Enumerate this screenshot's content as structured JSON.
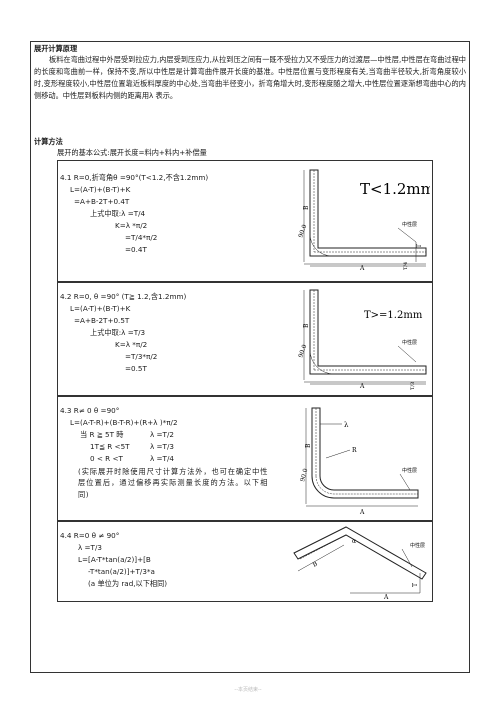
{
  "section_title": "展开计算原理",
  "principle_paragraph": "板料在弯曲过程中外层受到拉应力,内层受到压应力,从拉到压之间有一既不受拉力又不受压力的过渡层—中性层,中性层在弯曲过程中的长度和弯曲前一样，保持不变,所以中性层是计算弯曲件展开长度的基准。中性层位置与变形程度有关,当弯曲半径较大,折弯角度较小时,变形程度较小,中性层位置靠近板料厚度的中心处,当弯曲半径变小，折弯角增大时,变形程度随之增大,中性层位置逐渐想弯曲中心的内侧移动。中性层到板料内侧的距离用λ 表示。",
  "method_title": "计算方法",
  "basic_formula": "展开的基本公式:展开长度=料内+料内+补偿量",
  "cases": [
    {
      "title": "4.1  R=0,折弯角θ  =90°(T<1.2,不含1.2mm)",
      "lines": [
        "L=(A-T)+(B-T)+K",
        "=A+B-2T+0.4T",
        "上式中取:λ  =T/4",
        "K=λ  *π/2",
        "=T/4*π/2",
        "=0.4T"
      ],
      "figure": {
        "big_label": "T<1.2mm",
        "neutral": "中性层",
        "dim_a": "A",
        "dim_b": "B",
        "angle": "90.0",
        "thick": "T",
        "thick_half": "T/4"
      }
    },
    {
      "title": "4.2  R=0,  θ  =90°    (T≧ 1.2,含1.2mm)",
      "lines": [
        "L=(A-T)+(B-T)+K",
        "=A+B-2T+0.5T",
        "上式中取:λ  =T/3",
        "K=λ  *π/2",
        "=T/3*π/2",
        "=0.5T"
      ],
      "figure": {
        "big_label": "T>=1.2mm",
        "neutral": "中性层",
        "dim_a": "A",
        "dim_b": "B",
        "angle": "90.0",
        "thick_half": "T/3"
      }
    },
    {
      "title": "4.3  R≠ 0      θ  =90°",
      "lines": [
        "L=(A-T-R)+(B-T-R)+(R+λ  )*π/2"
      ],
      "conds": [
        {
          "c": "当  R  ≧ 5T 時",
          "v": "λ  =T/2"
        },
        {
          "c": "1T≦   R  <5T",
          "v": "λ  =T/3"
        },
        {
          "c": "0  <  R  <T",
          "v": "λ  =T/4"
        }
      ],
      "note": "(实际展开时除使用尺寸计算方法外，也可在确定中性层位置后，通过偏移再实际测量长度的方法。以下相同)",
      "figure": {
        "neutral": "中性层",
        "dim_a": "A",
        "dim_b": "B",
        "angle": "90.0",
        "lam": "λ",
        "r": "R"
      }
    },
    {
      "title": "4.4  R=0       θ  ≠  90°",
      "lines": [
        "λ  =T/3",
        "L=[A-T*tan(a/2)]+[B",
        "-T*tan(a/2)]+T/3*a",
        "(a 单位为  rad,以下相同)"
      ],
      "figure": {
        "neutral": "中性层",
        "dim_a": "A",
        "dim_b": "B",
        "angle": "α",
        "thick": "T"
      }
    }
  ],
  "footer": "--本页结束--"
}
